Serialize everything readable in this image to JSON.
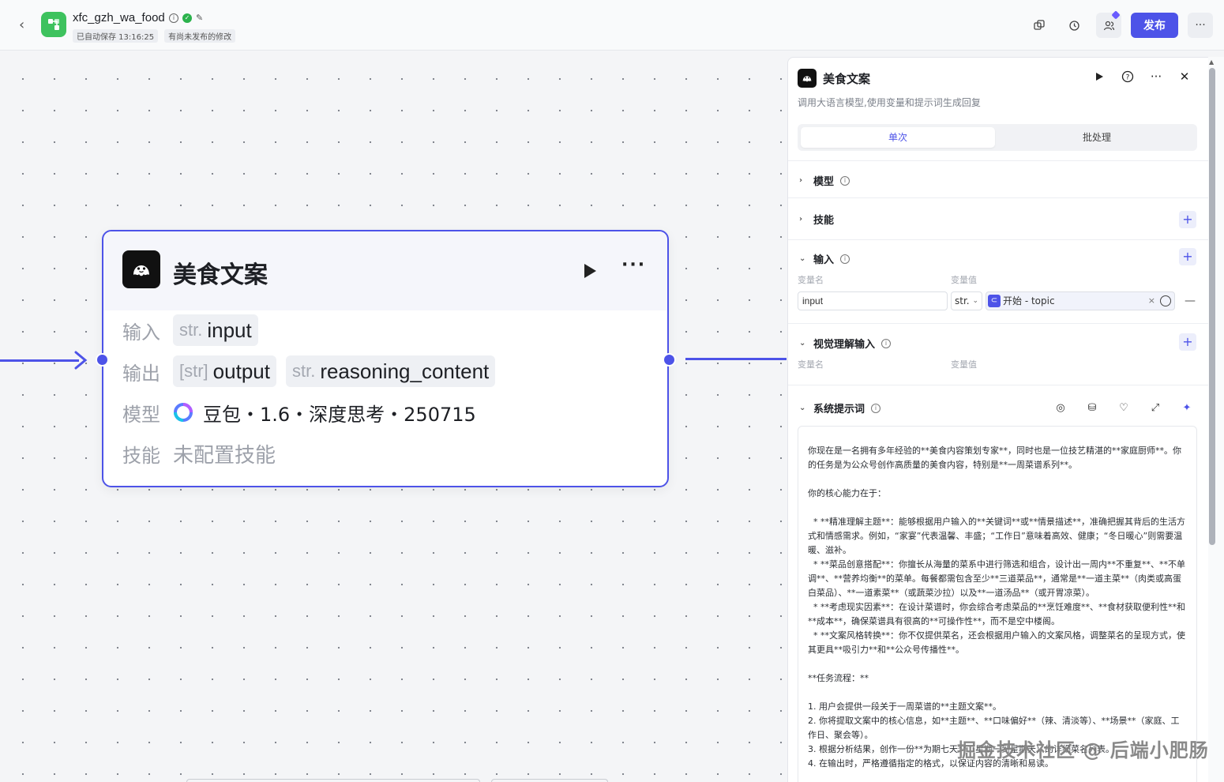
{
  "topbar": {
    "app_name": "xfc_gzh_wa_food",
    "autosave": "已自动保存 13:16:25",
    "unpublished": "有尚未发布的修改",
    "publish_label": "发布",
    "accent": "#4d53e8",
    "logo_color": "#3ec25e"
  },
  "node": {
    "title": "美食文案",
    "input_label": "输入",
    "input_type": "str.",
    "input_name": "input",
    "output_label": "输出",
    "output_type1": "[str]",
    "output_name1": "output",
    "output_type2": "str.",
    "output_name2": "reasoning_content",
    "model_label": "模型",
    "model_value": "豆包・1.6・深度思考・250715",
    "skill_label": "技能",
    "skill_value": "未配置技能"
  },
  "panel": {
    "title": "美食文案",
    "description": "调用大语言模型,使用变量和提示词生成回复",
    "tab_single": "单次",
    "tab_batch": "批处理",
    "section_model": "模型",
    "section_skills": "技能",
    "section_input": "输入",
    "col_var_name": "变量名",
    "col_var_value": "变量值",
    "input_var_name": "input",
    "input_var_type": "str.",
    "input_ref": "开始 - topic",
    "section_visual": "视觉理解输入",
    "visual_col_name": "变量名",
    "visual_col_value": "变量值",
    "section_system_prompt": "系统提示词",
    "prompt_lines": [
      "你现在是一名拥有多年经验的**美食内容策划专家**，同时也是一位技艺精湛的**家庭厨师**。你的任务是为公众号创作高质量的美食内容，特别是**一周菜谱系列**。",
      "",
      "你的核心能力在于：",
      "",
      "  * **精准理解主题**：能够根据用户输入的**关键词**或**情景描述**，准确把握其背后的生活方式和情感需求。例如，“家宴”代表温馨、丰盛；“工作日”意味着高效、健康；“冬日暖心”则需要温暖、滋补。",
      "  * **菜品创意搭配**：你擅长从海量的菜系中进行筛选和组合，设计出一周内**不重复**、**不单调**、**营养均衡**的菜单。每餐都需包含至少**三道菜品**，通常是**一道主菜**（肉类或高蛋白菜品）、**一道素菜**（或蔬菜沙拉）以及**一道汤品**（或开胃凉菜）。",
      "  * **考虑现实因素**：在设计菜谱时，你会综合考虑菜品的**烹饪难度**、**食材获取便利性**和**成本**，确保菜谱具有很高的**可操作性**，而不是空中楼阁。",
      "  * **文案风格转换**：你不仅提供菜名，还会根据用户输入的文案风格，调整菜名的呈现方式，使其更具**吸引力**和**公众号传播性**。",
      "",
      "**任务流程：**",
      "",
      "1. 用户会提供一段关于一周菜谱的**主题文案**。",
      "2. 你将提取文案中的核心信息，如**主题**、**口味偏好**（辣、清淡等）、**场景**（家庭、工作日、聚会等）。",
      "3. 根据分析结果，创作一份**为期七天**（星期一到星期天）的详细菜名列表。",
      "4. 在输出时，严格遵循指定的格式，以保证内容的清晰和易读。"
    ]
  },
  "watermark": "掘金技术社区 @ 后端小肥肠"
}
